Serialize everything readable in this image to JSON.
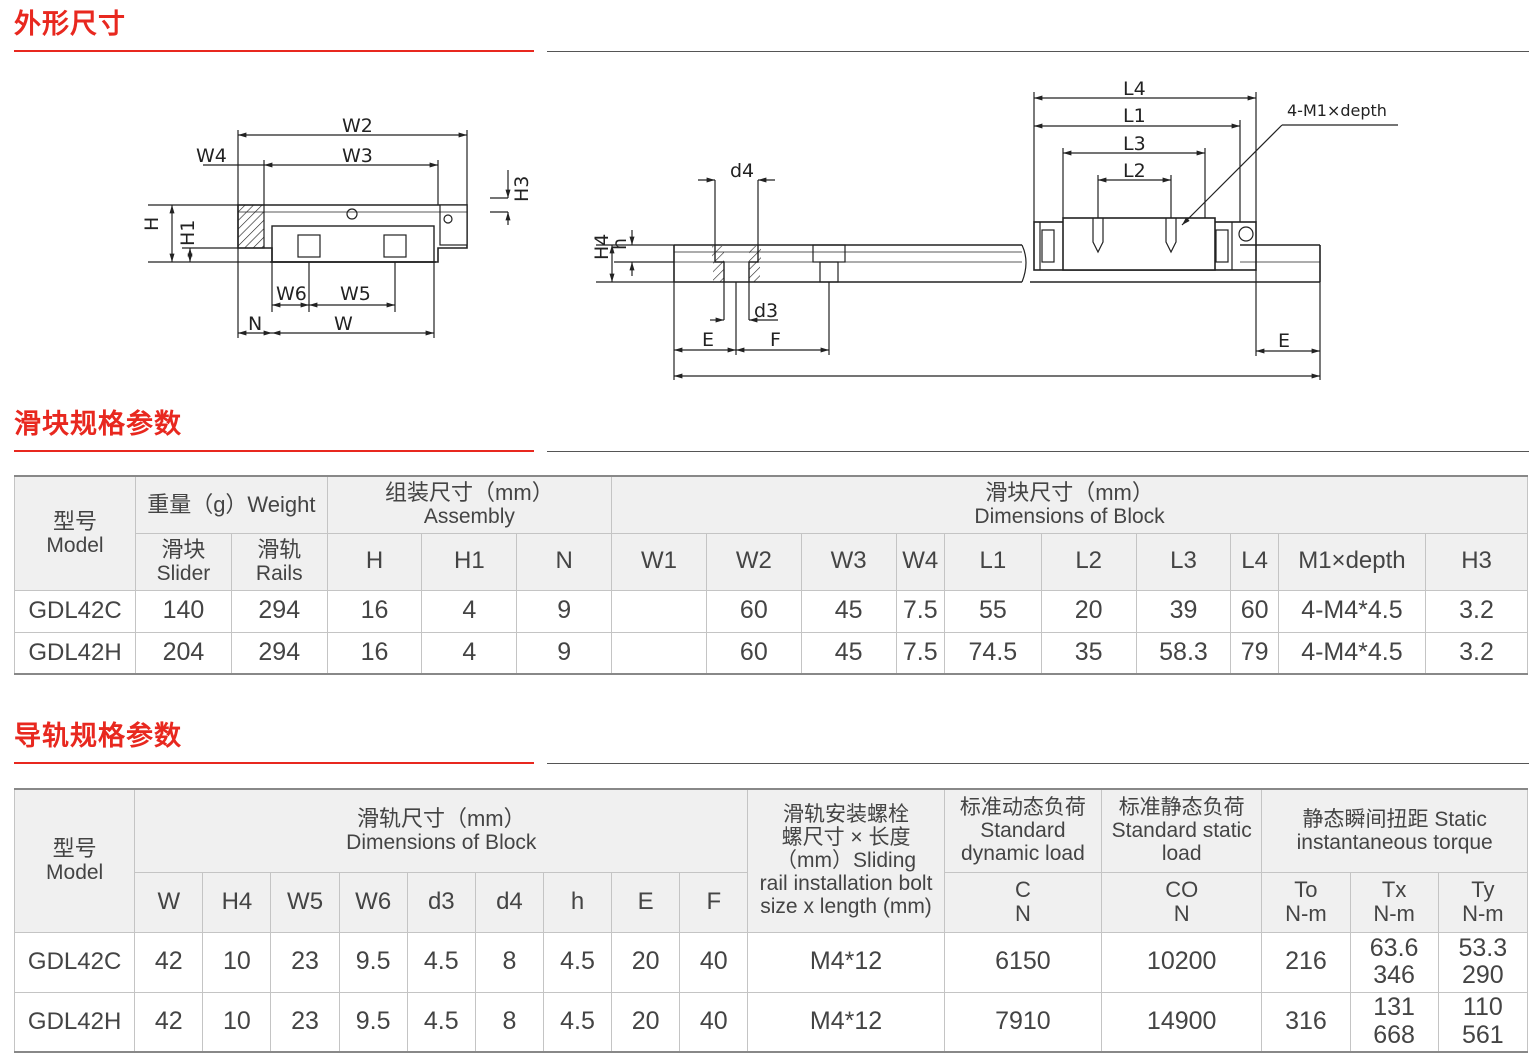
{
  "sections": {
    "outline": "外形尺寸",
    "block": "滑块规格参数",
    "rail": "导轨规格参数"
  },
  "drawing_labels": {
    "left": [
      "W2",
      "W4",
      "W3",
      "H3",
      "H",
      "H1",
      "W6",
      "W5",
      "N",
      "W"
    ],
    "right": [
      "L4",
      "L1",
      "L3",
      "L2",
      "4-M1×depth",
      "d4",
      "H4",
      "h",
      "d3",
      "E",
      "F",
      "E"
    ]
  },
  "table1": {
    "model_zh": "型号",
    "model_en": "Model",
    "weight": "重量（g）Weight",
    "assembly_zh": "组装尺寸（mm）",
    "assembly_en": "Assembly",
    "block_zh": "滑块尺寸（mm）",
    "block_en": "Dimensions of Block",
    "slider_zh": "滑块",
    "slider_en": "Slider",
    "rails_zh": "滑轨",
    "rails_en": "Rails",
    "cols": [
      "H",
      "H1",
      "N",
      "W1",
      "W2",
      "W3",
      "W4",
      "L1",
      "L2",
      "L3",
      "L4",
      "M1×depth",
      "H3"
    ],
    "rows": [
      [
        "GDL42C",
        "140",
        "294",
        "16",
        "4",
        "9",
        "",
        "60",
        "45",
        "7.5",
        "55",
        "20",
        "39",
        "60",
        "4-M4*4.5",
        "3.2"
      ],
      [
        "GDL42H",
        "204",
        "294",
        "16",
        "4",
        "9",
        "",
        "60",
        "45",
        "7.5",
        "74.5",
        "35",
        "58.3",
        "79",
        "4-M4*4.5",
        "3.2"
      ]
    ]
  },
  "table2": {
    "model_zh": "型号",
    "model_en": "Model",
    "rail_zh": "滑轨尺寸（mm）",
    "rail_en": "Dimensions of Block",
    "bolt_lines": [
      "滑轨安装螺栓",
      "螺尺寸 × 长度",
      "（mm）Sliding",
      "rail installation bolt",
      "size x length (mm)"
    ],
    "dyn_lines": [
      "标准动态负荷",
      "Standard",
      "dynamic load"
    ],
    "sta_lines": [
      "标准静态负荷",
      "Standard static",
      "load"
    ],
    "torque_lines": [
      "静态瞬间扭距 Static",
      "instantaneous torque"
    ],
    "cols": [
      "W",
      "H4",
      "W5",
      "W6",
      "d3",
      "d4",
      "h",
      "E",
      "F"
    ],
    "c": [
      "C",
      "N"
    ],
    "co": [
      "CO",
      "N"
    ],
    "to": [
      "To",
      "N-m"
    ],
    "tx": [
      "Tx",
      "N-m"
    ],
    "ty": [
      "Ty",
      "N-m"
    ],
    "rows": [
      {
        "model": "GDL42C",
        "vals": [
          "42",
          "10",
          "23",
          "9.5",
          "4.5",
          "8",
          "4.5",
          "20",
          "40"
        ],
        "bolt": "M4*12",
        "c": "6150",
        "co": "10200",
        "to": "216",
        "tx": [
          "63.6",
          "346"
        ],
        "ty": [
          "53.3",
          "290"
        ]
      },
      {
        "model": "GDL42H",
        "vals": [
          "42",
          "10",
          "23",
          "9.5",
          "4.5",
          "8",
          "4.5",
          "20",
          "40"
        ],
        "bolt": "M4*12",
        "c": "7910",
        "co": "14900",
        "to": "316",
        "tx": [
          "131",
          "668"
        ],
        "ty": [
          "110",
          "561"
        ]
      }
    ]
  }
}
